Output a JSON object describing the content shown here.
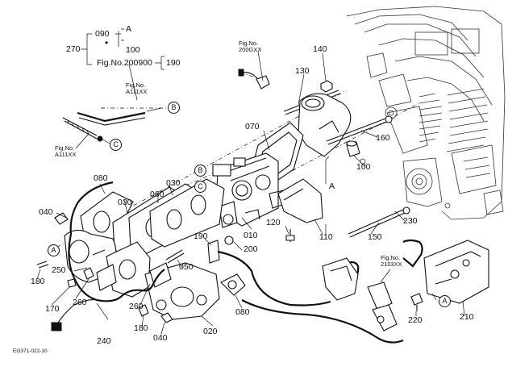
{
  "legend": {
    "ref": "270",
    "a": "090",
    "a_letter": "A",
    "b": "100",
    "fig": "Fig.No.200900",
    "fig_ref": "190"
  },
  "figrefs": [
    {
      "l1": "Fig.No.",
      "l2": "200GXX"
    },
    {
      "l1": "Fig.No.",
      "l2": "A111XX"
    },
    {
      "l1": "Fig.No.",
      "l2": "A111XX"
    },
    {
      "l1": "Fig.No.",
      "l2": "2103XX"
    }
  ],
  "parts": [
    "140",
    "130",
    "070",
    "160",
    "100",
    "080",
    "030",
    "060",
    "030",
    "040",
    "010",
    "120",
    "110",
    "150",
    "230",
    "190",
    "200",
    "050",
    "250",
    "180",
    "170",
    "260",
    "260",
    "240",
    "180",
    "040",
    "020",
    "080",
    "220",
    "210"
  ],
  "letters": [
    "B",
    "C",
    "B",
    "C",
    "A",
    "A",
    "A"
  ],
  "drawing_code": "EG371-022-10"
}
